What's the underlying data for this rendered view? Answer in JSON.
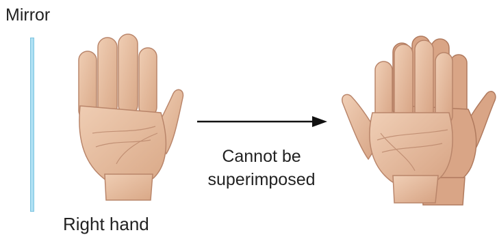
{
  "labels": {
    "mirror": "Mirror",
    "right_hand": "Right hand",
    "arrow_caption_line1": "Cannot be",
    "arrow_caption_line2": "superimposed"
  },
  "colors": {
    "mirror": "#aee0f3",
    "skin": "#e3b899",
    "skin_shade": "#b9856a",
    "arrow": "#111111"
  },
  "icons": {
    "right_hand": "right-palm-icon",
    "overlapped_hands": "overlapped-palms-icon",
    "arrow": "arrow-right-icon"
  }
}
